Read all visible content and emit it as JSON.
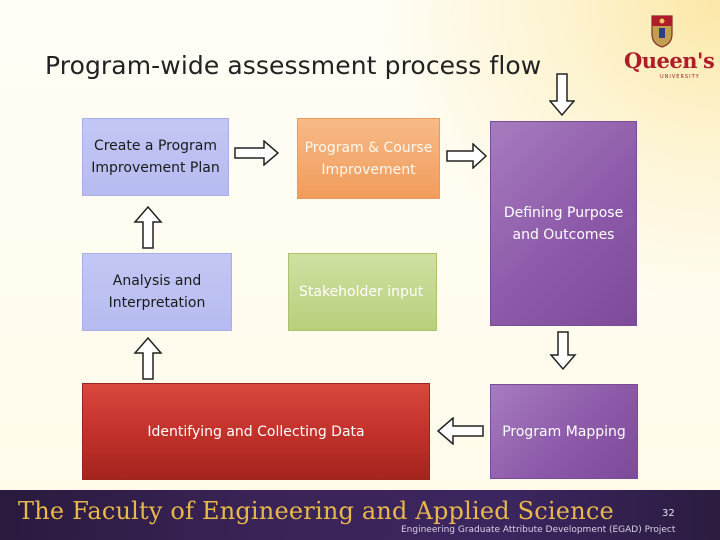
{
  "title": "Program-wide assessment process flow",
  "logo": {
    "name": "Queen's",
    "subtitle": "UNIVERSITY"
  },
  "boxes": {
    "plan": "Create a Program Improvement Plan",
    "course": "Program & Course Improvement",
    "define": "Defining Purpose and Outcomes",
    "analysis": "Analysis and Interpretation",
    "stakeholder": "Stakeholder input",
    "data": "Identifying and Collecting Data",
    "mapping": "Program Mapping"
  },
  "footer": {
    "faculty": "The Faculty of Engineering and Applied Science",
    "page_number": "32",
    "project": "Engineering Graduate Attribute Development (EGAD) Project"
  },
  "colors": {
    "plan": "#b6bbf0",
    "course": "#f19c5c",
    "purple": "#8d5aa9",
    "stakeholder": "#b8cf7c",
    "data": "#c0302a",
    "footer": "#3a2356",
    "footer_text": "#e8b84a"
  }
}
